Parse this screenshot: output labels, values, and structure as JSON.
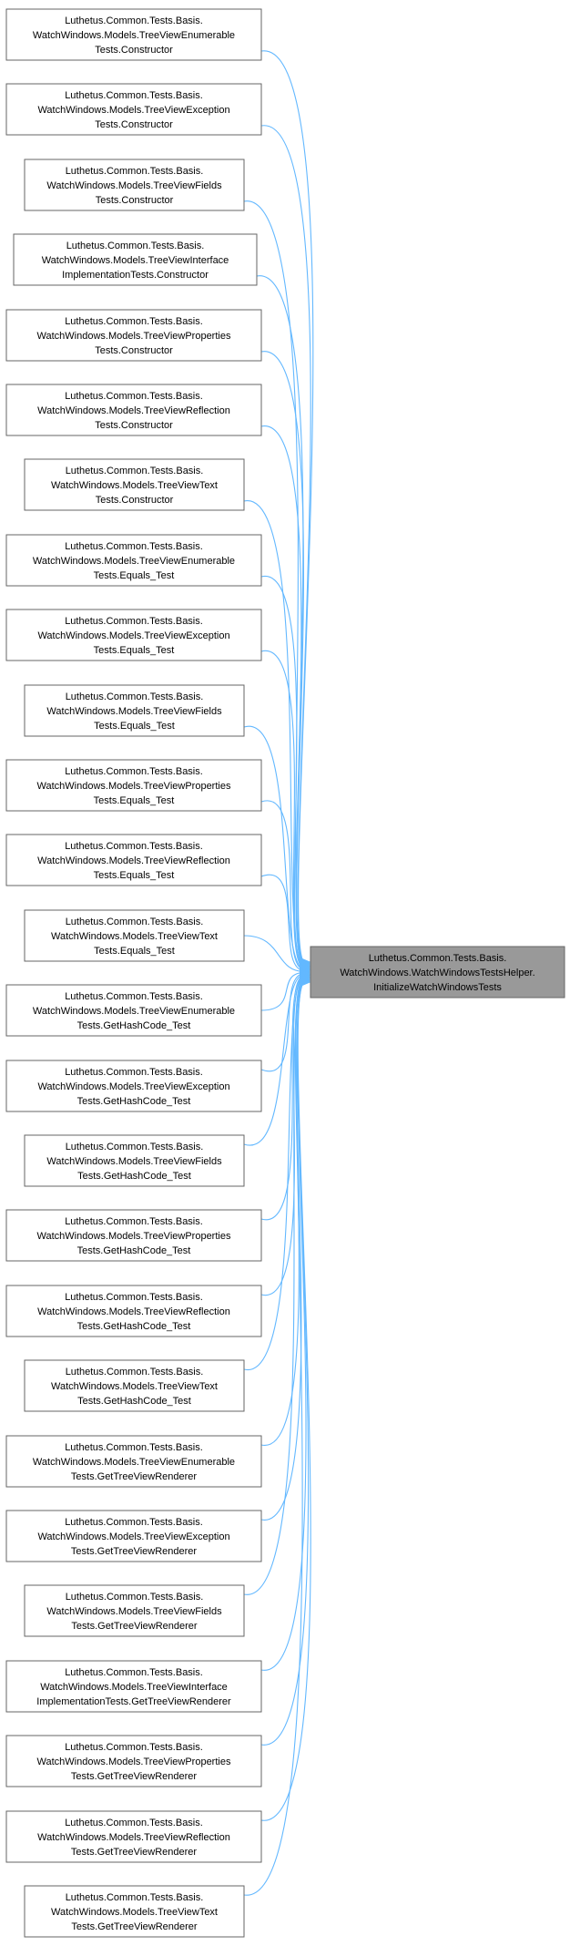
{
  "target": {
    "lines": [
      "Luthetus.Common.Tests.Basis.",
      "WatchWindows.WatchWindowsTestsHelper.",
      "InitializeWatchWindowsTests"
    ]
  },
  "callers": [
    {
      "lines": [
        "Luthetus.Common.Tests.Basis.",
        "WatchWindows.Models.TreeViewEnumerable",
        "Tests.Constructor"
      ]
    },
    {
      "lines": [
        "Luthetus.Common.Tests.Basis.",
        "WatchWindows.Models.TreeViewException",
        "Tests.Constructor"
      ]
    },
    {
      "lines": [
        "Luthetus.Common.Tests.Basis.",
        "WatchWindows.Models.TreeViewFields",
        "Tests.Constructor"
      ]
    },
    {
      "lines": [
        "Luthetus.Common.Tests.Basis.",
        "WatchWindows.Models.TreeViewInterface",
        "ImplementationTests.Constructor"
      ]
    },
    {
      "lines": [
        "Luthetus.Common.Tests.Basis.",
        "WatchWindows.Models.TreeViewProperties",
        "Tests.Constructor"
      ]
    },
    {
      "lines": [
        "Luthetus.Common.Tests.Basis.",
        "WatchWindows.Models.TreeViewReflection",
        "Tests.Constructor"
      ]
    },
    {
      "lines": [
        "Luthetus.Common.Tests.Basis.",
        "WatchWindows.Models.TreeViewText",
        "Tests.Constructor"
      ]
    },
    {
      "lines": [
        "Luthetus.Common.Tests.Basis.",
        "WatchWindows.Models.TreeViewEnumerable",
        "Tests.Equals_Test"
      ]
    },
    {
      "lines": [
        "Luthetus.Common.Tests.Basis.",
        "WatchWindows.Models.TreeViewException",
        "Tests.Equals_Test"
      ]
    },
    {
      "lines": [
        "Luthetus.Common.Tests.Basis.",
        "WatchWindows.Models.TreeViewFields",
        "Tests.Equals_Test"
      ]
    },
    {
      "lines": [
        "Luthetus.Common.Tests.Basis.",
        "WatchWindows.Models.TreeViewProperties",
        "Tests.Equals_Test"
      ]
    },
    {
      "lines": [
        "Luthetus.Common.Tests.Basis.",
        "WatchWindows.Models.TreeViewReflection",
        "Tests.Equals_Test"
      ]
    },
    {
      "lines": [
        "Luthetus.Common.Tests.Basis.",
        "WatchWindows.Models.TreeViewText",
        "Tests.Equals_Test"
      ]
    },
    {
      "lines": [
        "Luthetus.Common.Tests.Basis.",
        "WatchWindows.Models.TreeViewEnumerable",
        "Tests.GetHashCode_Test"
      ]
    },
    {
      "lines": [
        "Luthetus.Common.Tests.Basis.",
        "WatchWindows.Models.TreeViewException",
        "Tests.GetHashCode_Test"
      ]
    },
    {
      "lines": [
        "Luthetus.Common.Tests.Basis.",
        "WatchWindows.Models.TreeViewFields",
        "Tests.GetHashCode_Test"
      ]
    },
    {
      "lines": [
        "Luthetus.Common.Tests.Basis.",
        "WatchWindows.Models.TreeViewProperties",
        "Tests.GetHashCode_Test"
      ]
    },
    {
      "lines": [
        "Luthetus.Common.Tests.Basis.",
        "WatchWindows.Models.TreeViewReflection",
        "Tests.GetHashCode_Test"
      ]
    },
    {
      "lines": [
        "Luthetus.Common.Tests.Basis.",
        "WatchWindows.Models.TreeViewText",
        "Tests.GetHashCode_Test"
      ]
    },
    {
      "lines": [
        "Luthetus.Common.Tests.Basis.",
        "WatchWindows.Models.TreeViewEnumerable",
        "Tests.GetTreeViewRenderer"
      ]
    },
    {
      "lines": [
        "Luthetus.Common.Tests.Basis.",
        "WatchWindows.Models.TreeViewException",
        "Tests.GetTreeViewRenderer"
      ]
    },
    {
      "lines": [
        "Luthetus.Common.Tests.Basis.",
        "WatchWindows.Models.TreeViewFields",
        "Tests.GetTreeViewRenderer"
      ]
    },
    {
      "lines": [
        "Luthetus.Common.Tests.Basis.",
        "WatchWindows.Models.TreeViewInterface",
        "ImplementationTests.GetTreeViewRenderer"
      ]
    },
    {
      "lines": [
        "Luthetus.Common.Tests.Basis.",
        "WatchWindows.Models.TreeViewProperties",
        "Tests.GetTreeViewRenderer"
      ]
    },
    {
      "lines": [
        "Luthetus.Common.Tests.Basis.",
        "WatchWindows.Models.TreeViewReflection",
        "Tests.GetTreeViewRenderer"
      ]
    },
    {
      "lines": [
        "Luthetus.Common.Tests.Basis.",
        "WatchWindows.Models.TreeViewText",
        "Tests.GetTreeViewRenderer"
      ]
    }
  ],
  "colors": {
    "edge": "#63b8ff",
    "node_border": "#666666",
    "target_fill": "#999999"
  }
}
